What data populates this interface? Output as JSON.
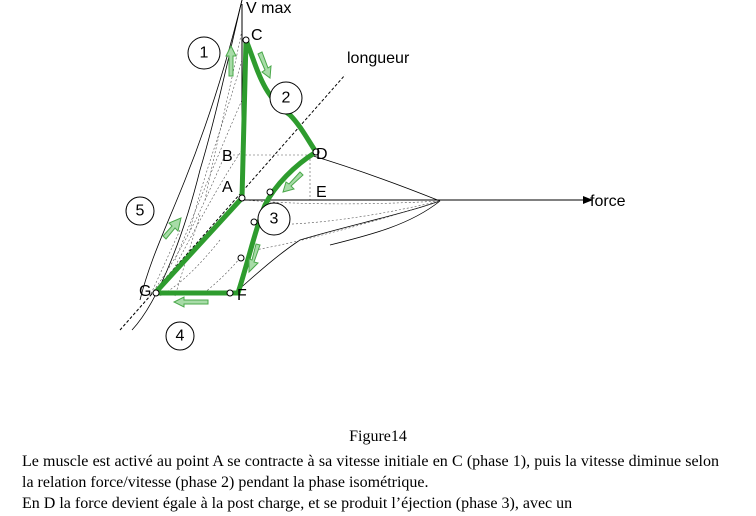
{
  "figure": {
    "axis_labels": {
      "vmax": "V max",
      "longueur": "longueur",
      "force": "force"
    },
    "points": {
      "A": "A",
      "B": "B",
      "C": "C",
      "D": "D",
      "E": "E",
      "F": "F",
      "G": "G"
    },
    "phases": [
      "1",
      "2",
      "3",
      "4",
      "5"
    ],
    "colors": {
      "loop": "#2e9c2e",
      "arrow_fill": "#a8dca8",
      "arrow_stroke": "#4aa84a",
      "lines": "#000000"
    }
  },
  "caption": "Figure14",
  "paragraph": {
    "line1": "Le muscle est activé au point A se contracte à sa vitesse initiale en C (phase 1), puis la vitesse diminue selon la relation force/vitesse (phase 2) pendant la phase isométrique.",
    "line2": "En D la force devient égale à la post charge, et se produit l’éjection (phase 3), avec un"
  }
}
